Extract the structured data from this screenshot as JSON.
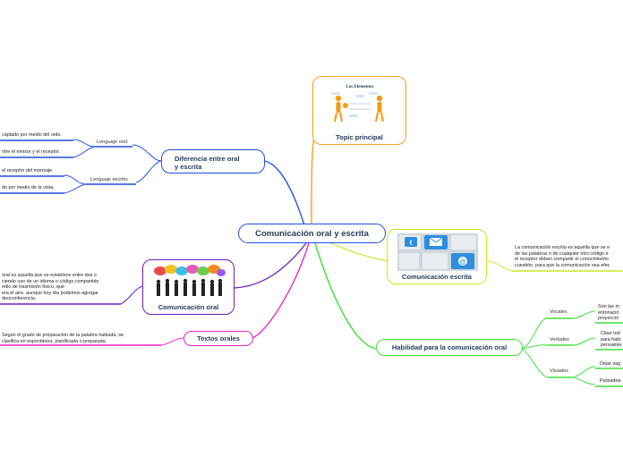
{
  "center": {
    "title": "Comunicación oral y escrita"
  },
  "topic_principal": {
    "title": "Topic principal",
    "image_heading": "Los Elementos"
  },
  "comunicacion_escrita": {
    "title": "Comunicación escrita",
    "description": [
      "La comunicación escrita es aquella que se e",
      "de las palabras o de cualquier otro código e",
      "el receptor deben compartir el conocimiento",
      "cuestión, para que la comunicación sea efec"
    ]
  },
  "habilidad": {
    "title": "Habilidad para la comunicación oral",
    "branches": [
      {
        "label": "Vocales",
        "text": [
          "Son las m",
          "entonació",
          "proyecció"
        ]
      },
      {
        "label": "Verbales",
        "text": [
          "Citan tod",
          "para habl",
          "pensamie"
        ]
      },
      {
        "label": "Visuales",
        "items": [
          "Dejar vag",
          "Parpadea"
        ]
      }
    ]
  },
  "textos_orales": {
    "title": "Textos orales",
    "description": [
      "Según el grado de preparación de la palabra hablada, se",
      "clasifica en espontánea, planificada o preparada."
    ]
  },
  "comunicacion_oral": {
    "title": "Comunicación oral",
    "description": [
      "oral es aquella que se establece entre dos o",
      "ciendo uso de un idioma o código compartido",
      "edio de trasmisión físico, que",
      "era el aire, aunque hoy día podemos agregar",
      "deoconferencia."
    ]
  },
  "diferencia": {
    "title_lines": [
      "Diferencia entre oral",
      "y escrita"
    ],
    "lenguaje_oral": {
      "label": "Lenguaje oral:",
      "items": [
        "captado por medio del oído.",
        "ntre el emisor y el receptor."
      ]
    },
    "lenguaje_escrito": {
      "label": "Lenguaje escrito:",
      "items": [
        "el receptor del mensaje.",
        "do por medio de la vista."
      ]
    }
  },
  "colors": {
    "blue": "#1f4fe0",
    "orange": "#f5a11a",
    "yellow_green": "#c8e82a",
    "green": "#3ee03a",
    "magenta": "#e826c8",
    "purple": "#6a1fc0",
    "navy": "#1f3b57"
  }
}
